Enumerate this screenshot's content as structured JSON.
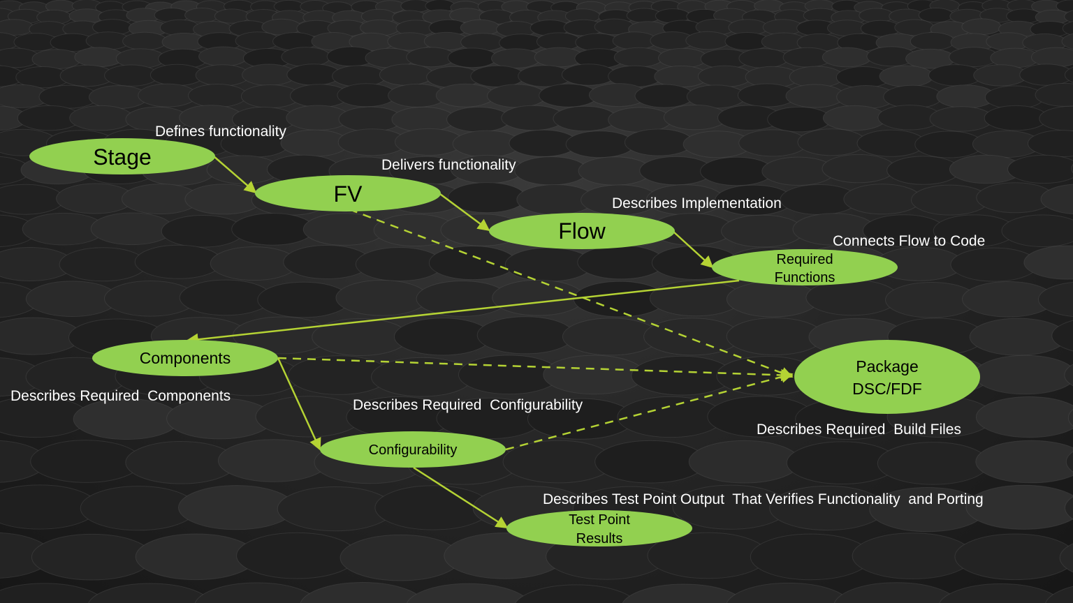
{
  "colors": {
    "node_fill": "#92d050",
    "edge_color": "#b5d334",
    "caption_color": "#ffffff",
    "background": "#262626"
  },
  "nodes": {
    "stage": {
      "line1": "Stage"
    },
    "fv": {
      "line1": "FV"
    },
    "flow": {
      "line1": "Flow"
    },
    "required_functions": {
      "line1": "Required",
      "line2": "Functions"
    },
    "components": {
      "line1": "Components"
    },
    "package": {
      "line1": "Package",
      "line2": "DSC/FDF"
    },
    "configurability": {
      "line1": "Configurability"
    },
    "test_point_results": {
      "line1": "Test Point",
      "line2": "Results"
    }
  },
  "captions": {
    "stage": "Defines functionality",
    "fv": "Delivers functionality",
    "flow": "Describes Implementation",
    "required_functions": "Connects Flow to Code",
    "components": "Describes Required  Components",
    "configurability": "Describes Required  Configurability",
    "package": "Describes Required  Build Files",
    "test_point_results": "Describes Test Point Output  That Verifies Functionality  and Porting"
  },
  "edges": [
    {
      "from": "stage",
      "to": "fv",
      "style": "solid"
    },
    {
      "from": "fv",
      "to": "flow",
      "style": "solid"
    },
    {
      "from": "flow",
      "to": "required_functions",
      "style": "solid"
    },
    {
      "from": "required_functions",
      "to": "components",
      "style": "solid"
    },
    {
      "from": "components",
      "to": "configurability",
      "style": "solid"
    },
    {
      "from": "configurability",
      "to": "test_point_results",
      "style": "solid"
    },
    {
      "from": "fv",
      "to": "package",
      "style": "dashed"
    },
    {
      "from": "components",
      "to": "package",
      "style": "dashed"
    },
    {
      "from": "configurability",
      "to": "package",
      "style": "dashed"
    }
  ]
}
